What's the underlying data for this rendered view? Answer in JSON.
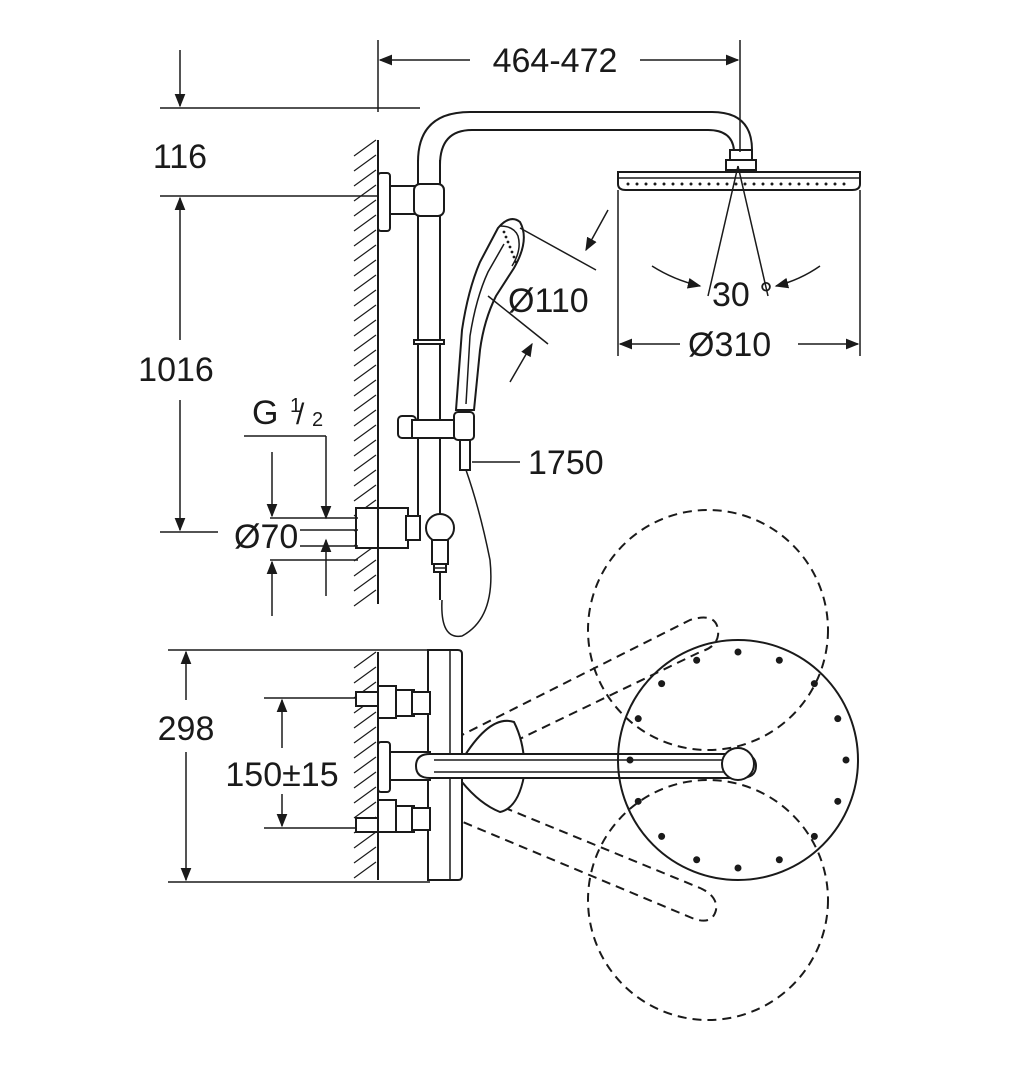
{
  "labels": {
    "width_range": "464-472",
    "arm_height": "116",
    "bar_height": "1016",
    "thread_g": "G",
    "thread_num": "1",
    "thread_den": "2",
    "inlet_dia": "Ø70",
    "handshower_dia": "Ø110",
    "hose_length": "1750",
    "spray_angle": "30 °",
    "head_dia": "Ø310",
    "mixer_depth": "298",
    "inlet_spacing": "150±15"
  }
}
